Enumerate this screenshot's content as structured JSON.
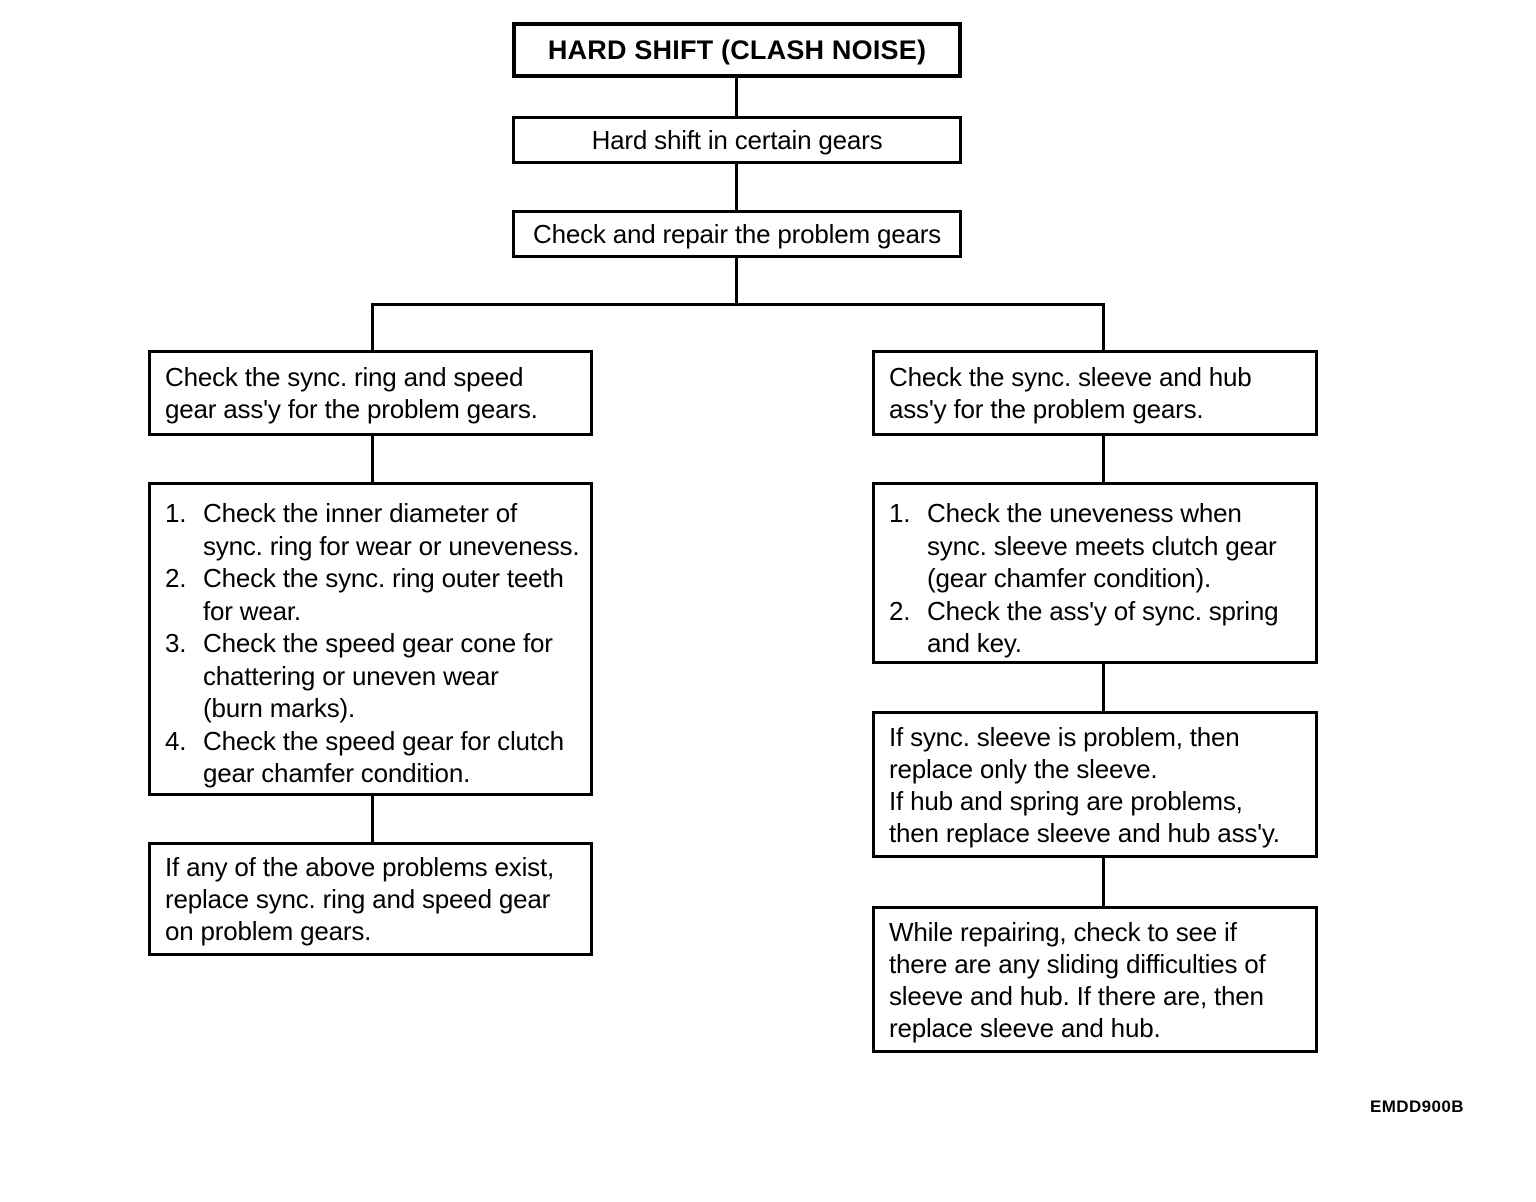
{
  "diagram": {
    "title": "HARD SHIFT (CLASH NOISE)",
    "footer_code": "EMDD900B",
    "ink_color": "#000000",
    "background_color": "#ffffff",
    "nodes": {
      "root": "HARD SHIFT (CLASH NOISE)",
      "symptom": "Hard shift in certain gears",
      "action": "Check and repair the problem gears",
      "left_branch_head": "Check the sync. ring and speed\ngear ass'y for the problem gears.",
      "right_branch_head": "Check the sync. sleeve and hub\nass'y for the problem gears.",
      "left_result": "If any of the above problems exist,\nreplace sync. ring and speed gear\non problem gears.",
      "right_result": "If sync. sleeve is problem, then\nreplace only the sleeve.\nIf hub and spring are problems,\nthen replace sleeve and hub ass'y.",
      "right_note": "While repairing, check to see if\nthere are any sliding difficulties of\nsleeve and hub. If there are, then\nreplace sleeve and hub."
    },
    "left_checklist": [
      {
        "num": "1.",
        "text": "Check the inner diameter of\nsync. ring for wear or uneveness."
      },
      {
        "num": "2.",
        "text": "Check the sync. ring outer teeth\nfor wear."
      },
      {
        "num": "3.",
        "text": "Check the speed gear cone for\nchattering or uneven wear\n(burn marks)."
      },
      {
        "num": "4.",
        "text": "Check the speed gear for clutch\ngear chamfer condition."
      }
    ],
    "right_checklist": [
      {
        "num": "1.",
        "text": "Check the uneveness when\nsync. sleeve meets clutch gear\n(gear chamfer condition)."
      },
      {
        "num": "2.",
        "text": "Check the ass'y of sync.  spring\nand key."
      }
    ]
  }
}
